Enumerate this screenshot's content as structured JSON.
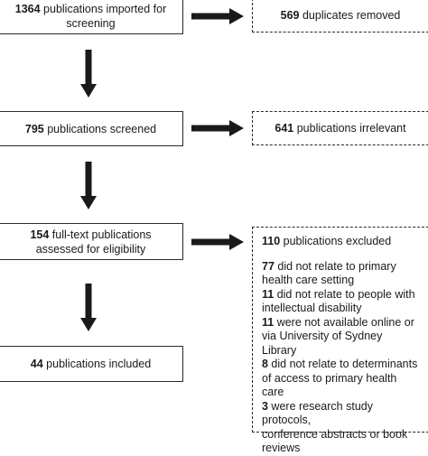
{
  "flow": {
    "imported": {
      "count": "1364",
      "text_line1": " publications imported for",
      "text_line2": "screening"
    },
    "screened": {
      "count": "795",
      "text": " publications screened"
    },
    "fulltext": {
      "count": "154",
      "text_line1": " full-text publications",
      "text_line2": "assessed for eligibility"
    },
    "included": {
      "count": "44",
      "text": " publications included"
    }
  },
  "removed": {
    "duplicates": {
      "count": "569",
      "text": " duplicates removed"
    },
    "irrelevant": {
      "count": "641",
      "text": " publications irrelevant"
    }
  },
  "excluded": {
    "count": "110",
    "text": " publications excluded",
    "reasons": [
      {
        "count": "77",
        "line1": " did not relate to primary",
        "line2": "health care setting"
      },
      {
        "count": "11",
        "line1": " did not relate to people with",
        "line2": "intellectual disability"
      },
      {
        "count": "11",
        "line1": " were not available online or",
        "line2": "via University of Sydney Library"
      },
      {
        "count": "8",
        "line1": " did not relate to determinants",
        "line2": "of access to primary health care"
      },
      {
        "count": "3",
        "line1": " were research study protocols,",
        "line2": "conference abstracts or book",
        "line3": "reviews"
      }
    ]
  }
}
